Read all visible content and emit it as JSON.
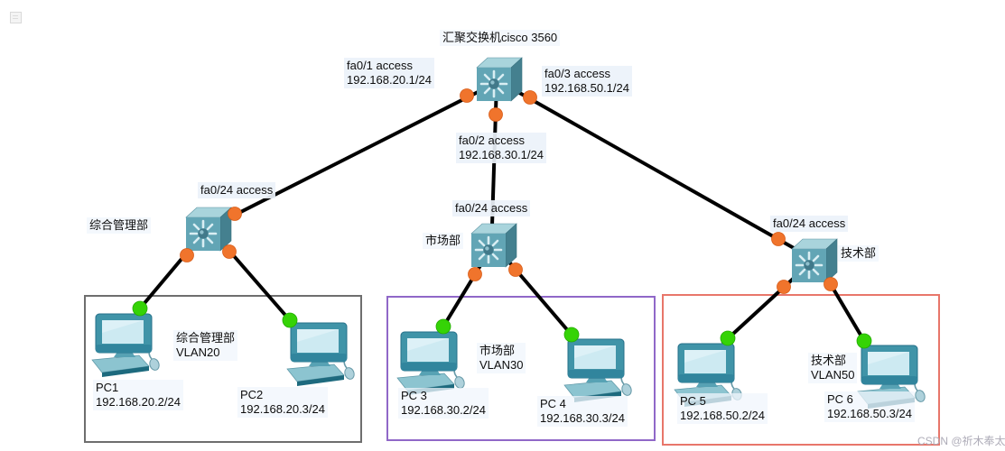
{
  "core": {
    "title": "汇聚交换机cisco 3560"
  },
  "port_labels": {
    "fa01": {
      "port": "fa0/1 access",
      "ip": "192.168.20.1/24"
    },
    "fa02": {
      "port": "fa0/2 access",
      "ip": "192.168.30.1/24"
    },
    "fa03": {
      "port": "fa0/3 access",
      "ip": "192.168.50.1/24"
    },
    "uplink_left": "fa0/24 access",
    "uplink_mid": "fa0/24 access",
    "uplink_right": "fa0/24 access"
  },
  "switches": {
    "left_name": "综合管理部",
    "mid_name": "市场部",
    "right_name": "技术部"
  },
  "vlan_groups": {
    "g1": {
      "dept": "综合管理部",
      "vlan": "VLAN20"
    },
    "g2": {
      "dept": "市场部",
      "vlan": "VLAN30"
    },
    "g3": {
      "dept": "技术部",
      "vlan": "VLAN50"
    }
  },
  "pcs": {
    "pc1": {
      "name": "PC1",
      "ip": "192.168.20.2/24"
    },
    "pc2": {
      "name": "PC2",
      "ip": "192.168.20.3/24"
    },
    "pc3": {
      "name": "PC 3",
      "ip": "192.168.30.2/24"
    },
    "pc4": {
      "name": "PC 4",
      "ip": "192.168.30.3/24"
    },
    "pc5": {
      "name": "PC 5",
      "ip": "192.168.50.2/24"
    },
    "pc6": {
      "name": "PC 6",
      "ip": "192.168.50.3/24"
    }
  },
  "watermark": "CSDN @祈木奉太",
  "colors": {
    "link": "#000000",
    "port_dot": "#f0742c",
    "link_up_dot": "#35d306",
    "vlan20_border": "#6e6e6e",
    "vlan30_border": "#9068c8",
    "vlan50_border": "#e8766a",
    "label_bg": "#ebf2fa",
    "switch_body": "#62a5b5"
  }
}
